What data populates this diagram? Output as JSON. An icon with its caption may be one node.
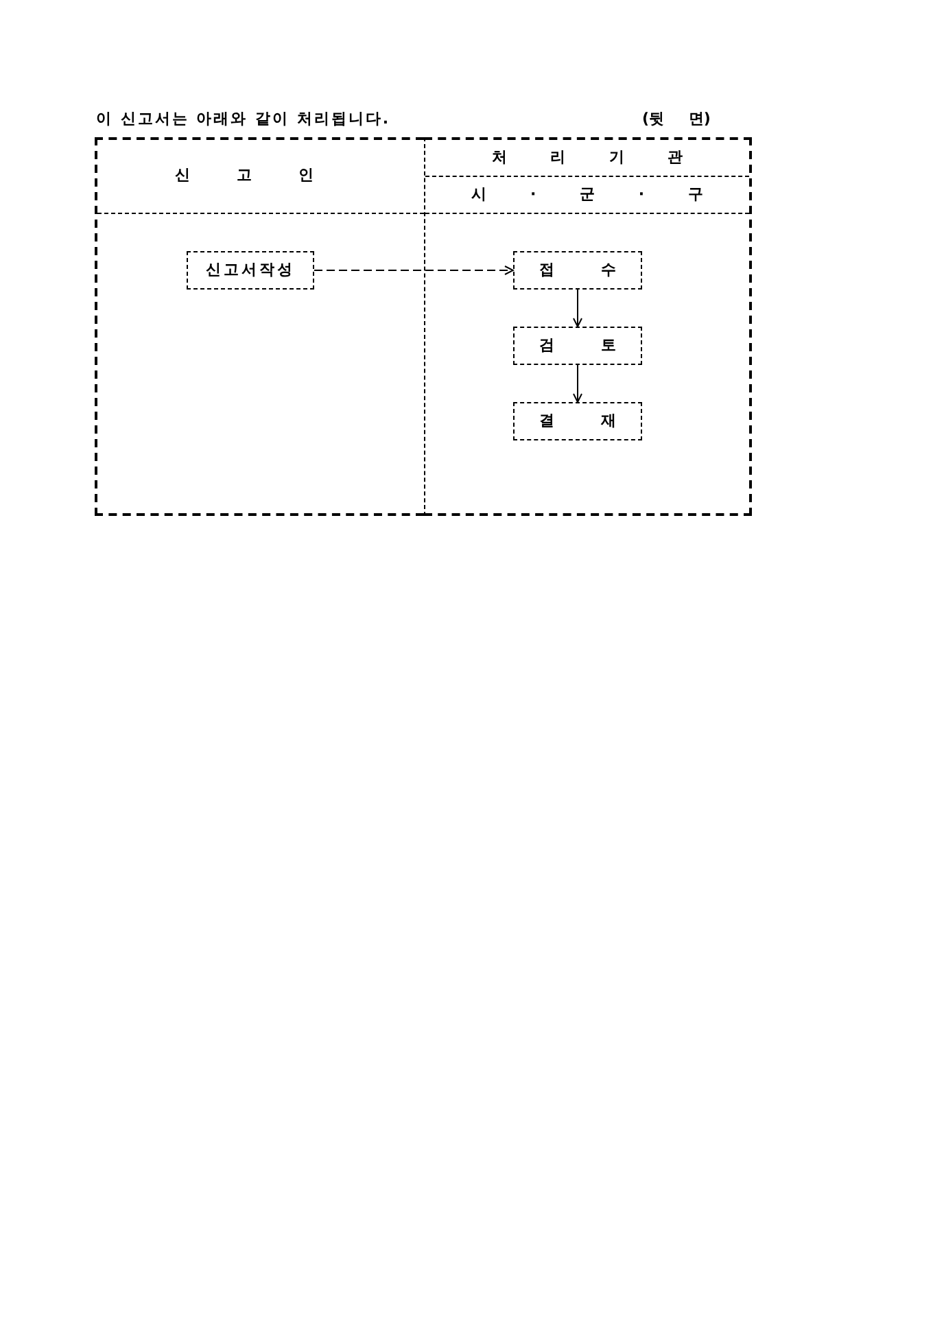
{
  "diagram": {
    "title": "이 신고서는 아래와 같이 처리됩니다.",
    "nodes": [
      {
        "text": [
          "신 고 인"
        ]
      },
      {
        "text": [
          "처 리 기 관",
          "시 · 군 · 구"
        ]
      },
      {
        "text": [
          "신고서작성"
        ],
        "in": 0
      },
      {
        "text": [
          "접 수"
        ],
        "in": 1
      },
      {
        "text": [
          "검 토"
        ],
        "in": 1
      },
      {
        "text": [
          "결 재"
        ],
        "in": 1
      }
    ],
    "edges": [
      {
        "from": 2,
        "to": 3,
        "arrow": "to",
        "style": "dashed"
      },
      {
        "from": 3,
        "to": 4,
        "arrow": "to"
      },
      {
        "from": 4,
        "to": 5,
        "arrow": "to"
      }
    ],
    "labels": [
      "(뒷 면)"
    ]
  }
}
